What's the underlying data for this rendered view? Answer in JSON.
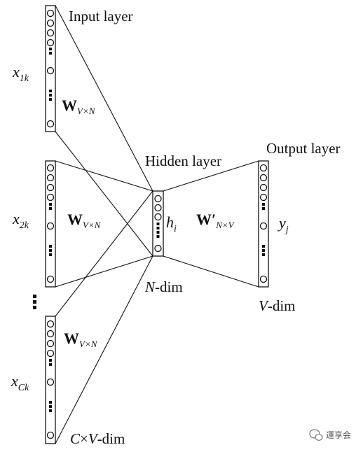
{
  "labels": {
    "input_layer": "Input layer",
    "hidden_layer": "Hidden layer",
    "output_layer": "Output layer",
    "n_dim": "-dim",
    "n_dim_var": "N",
    "v_dim": "-dim",
    "v_dim_var": "V",
    "cv_dim_c": "C",
    "cv_dim_times": "×",
    "cv_dim_v": "V",
    "cv_dim_suffix": "-dim"
  },
  "inputs": [
    {
      "var": "x",
      "sub": "1k"
    },
    {
      "var": "x",
      "sub": "2k"
    },
    {
      "var": "x",
      "sub": "Ck"
    }
  ],
  "hidden_var": {
    "var": "h",
    "sub": "i"
  },
  "output_var": {
    "var": "y",
    "sub": "j"
  },
  "weights": {
    "input_matrix": {
      "symbol": "W",
      "sub": "V×N"
    },
    "output_matrix": {
      "symbol": "W′",
      "sub": "N×V"
    }
  },
  "watermark": "運享会",
  "colors": {
    "ink": "#111111",
    "background": "#ffffff"
  }
}
